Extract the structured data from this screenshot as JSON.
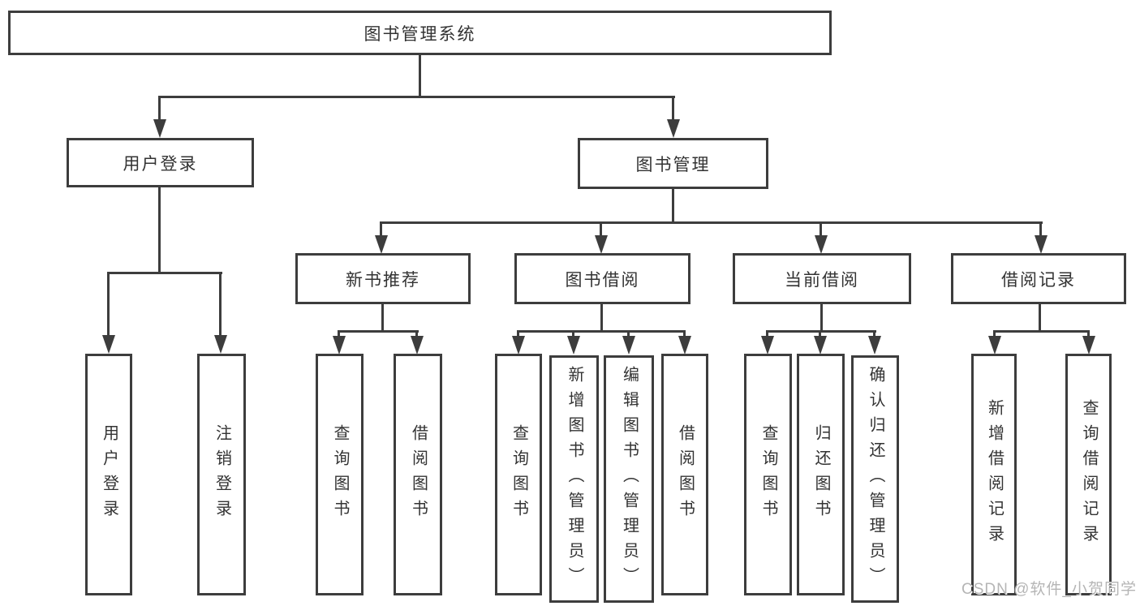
{
  "diagram": {
    "title": "图书管理系统",
    "watermark": "CSDN @软件_小贺同学",
    "colors": {
      "line": "#3d3d3d",
      "text": "#333333",
      "box_background": "#ffffff",
      "page_background": "#ffffff",
      "watermark": "#b5b5b5"
    },
    "nodes": {
      "root": "图书管理系统",
      "user_login": "用户登录",
      "book_management": "图书管理",
      "new_book_recommend": "新书推荐",
      "book_borrowing": "图书借阅",
      "current_borrowing": "当前借阅",
      "borrowing_records": "借阅记录",
      "user_login_leaf": "用户登录",
      "logout": "注销登录",
      "query_books_recommend": "查询图书",
      "borrow_books_recommend": "借阅图书",
      "query_books_borrowing": "查询图书",
      "add_book_admin": "新增图书（管理员）",
      "edit_book_admin": "编辑图书（管理员）",
      "borrow_books_borrowing": "借阅图书",
      "query_books_current": "查询图书",
      "return_book": "归还图书",
      "confirm_return_admin": "确认归还（管理员）",
      "add_borrow_record": "新增借阅记录",
      "query_borrow_record": "查询借阅记录"
    },
    "edges": [
      {
        "from": "图书管理系统",
        "to": [
          "用户登录",
          "图书管理"
        ]
      },
      {
        "from": "用户登录",
        "to": [
          "用户登录",
          "注销登录"
        ]
      },
      {
        "from": "图书管理",
        "to": [
          "新书推荐",
          "图书借阅",
          "当前借阅",
          "借阅记录"
        ]
      },
      {
        "from": "新书推荐",
        "to": [
          "查询图书",
          "借阅图书"
        ]
      },
      {
        "from": "图书借阅",
        "to": [
          "查询图书",
          "新增图书（管理员）",
          "编辑图书（管理员）",
          "借阅图书"
        ]
      },
      {
        "from": "当前借阅",
        "to": [
          "查询图书",
          "归还图书",
          "确认归还（管理员）"
        ]
      },
      {
        "from": "借阅记录",
        "to": [
          "新增借阅记录",
          "查询借阅记录"
        ]
      }
    ]
  }
}
